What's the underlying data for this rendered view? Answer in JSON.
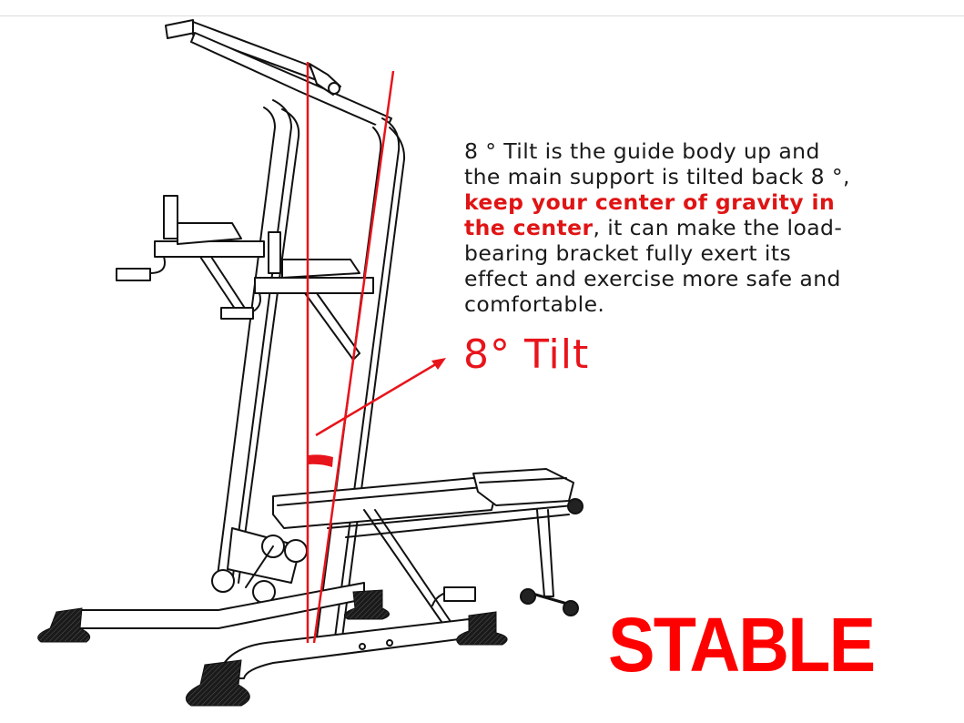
{
  "figure": {
    "subject": "power tower with sit-up bench line drawing",
    "description": {
      "segments": [
        {
          "text": "8 ° Tilt is the guide body up and the main support is tilted back 8 °, ",
          "highlight": false
        },
        {
          "text": "keep your center of gravity in the center",
          "highlight": true
        },
        {
          "text": ", it can make the load-bearing bracket fully exert its effect and exercise more safe and comfortable.",
          "highlight": false
        }
      ]
    },
    "tilt_label": "8° Tilt",
    "stable_label": "STABLE",
    "colors": {
      "accent_red": "#e8141b",
      "text": "#1a1a1a",
      "line_art": "#111111",
      "background": "#ffffff"
    }
  }
}
